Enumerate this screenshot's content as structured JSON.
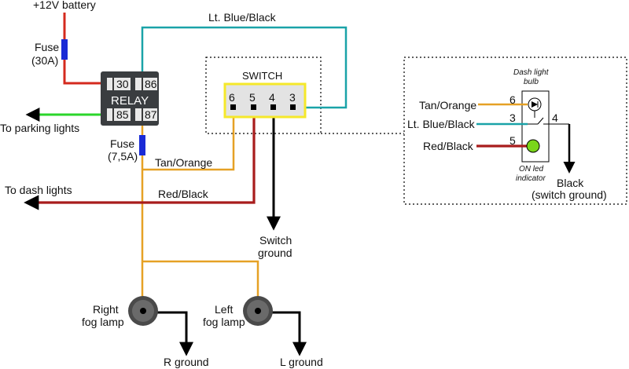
{
  "labels": {
    "battery": "+12V battery",
    "fuse1_a": "Fuse",
    "fuse1_b": "(30A)",
    "fuse2_a": "Fuse",
    "fuse2_b": "(7,5A)",
    "relay": "RELAY",
    "relay_30": "30",
    "relay_86": "86",
    "relay_85": "85",
    "relay_87": "87",
    "parking": "To parking lights",
    "dash_lights": "To dash lights",
    "blue_black_top": "Lt. Blue/Black",
    "switch": "SWITCH",
    "pin6": "6",
    "pin5": "5",
    "pin4": "4",
    "pin3": "3",
    "tan_orange": "Tan/Orange",
    "red_black": "Red/Black",
    "switch_ground_a": "Switch",
    "switch_ground_b": "ground",
    "right_fog_a": "Right",
    "right_fog_b": "fog lamp",
    "left_fog_a": "Left",
    "left_fog_b": "fog lamp",
    "r_ground": "R ground",
    "l_ground": "L ground",
    "detail_bulb_a": "Dash light",
    "detail_bulb_b": "bulb",
    "detail_tan_orange": "Tan/Orange",
    "detail_blue_black": "Lt. Blue/Black",
    "detail_red_black": "Red/Black",
    "detail_pin6": "6",
    "detail_pin3": "3",
    "detail_pin5": "5",
    "detail_pin4": "4",
    "detail_led_a": "ON led",
    "detail_led_b": "indicator",
    "detail_black_a": "Black",
    "detail_black_b": "(switch ground)"
  },
  "colors": {
    "red": "#d42a1e",
    "green": "#2bd62b",
    "tan": "#e6a125",
    "blue": "#1aa3a8",
    "darkred": "#a81c1c",
    "black": "#000000",
    "fuse": "#1a2bd6",
    "relay_body": "#3a3d40",
    "switch_border": "#f5e82a",
    "switch_body": "#e3e3e3",
    "led": "#7ad61a"
  }
}
